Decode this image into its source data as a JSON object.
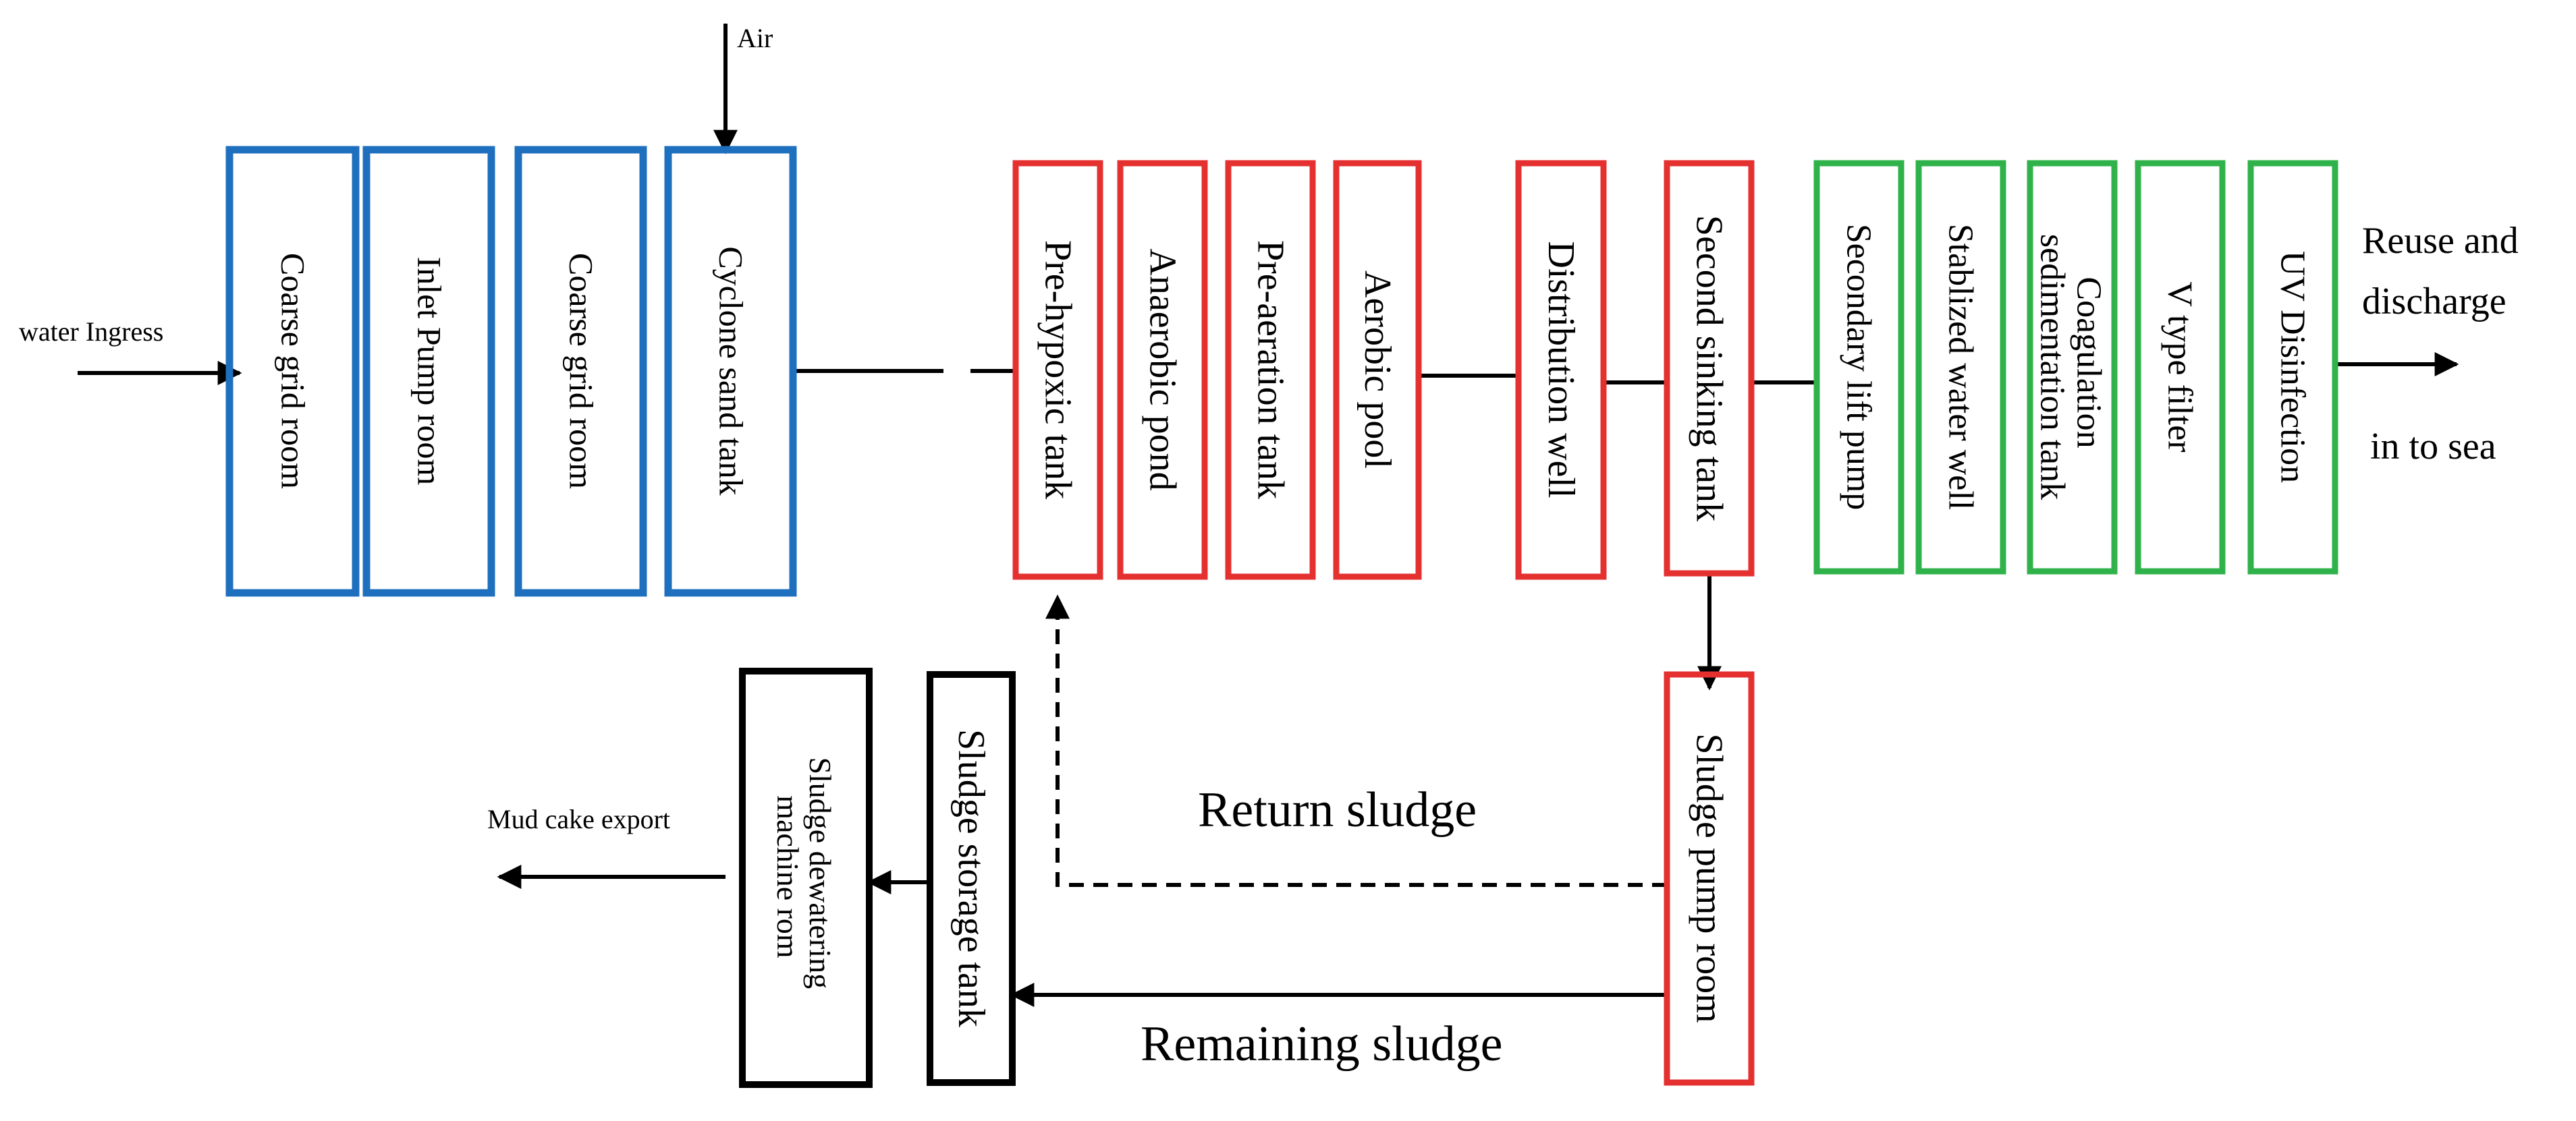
{
  "colors": {
    "pretreatment": "#1f6fbf",
    "biological": "#e53030",
    "advanced": "#2fb24a",
    "sludge": "#000000",
    "line": "#000000"
  },
  "inputs": {
    "water_ingress": "water Ingress",
    "air": "Air"
  },
  "outputs": {
    "reuse_line1": "Reuse and",
    "reuse_line2": "discharge",
    "into_sea": "in to sea",
    "mud_cake": "Mud cake export"
  },
  "units": {
    "coarse_grid_room_1": [
      "Coarse  grid  room"
    ],
    "inlet_pump_room": [
      "Inlet Pump room"
    ],
    "coarse_grid_room_2": [
      "Coarse  grid  room"
    ],
    "cyclone_sand_tank": [
      "Cyclone sand tank"
    ],
    "pre_hypoxic_tank": [
      "Pre-hypoxic tank"
    ],
    "anaerobic_pond": [
      "Anaerobic pond"
    ],
    "pre_aeration_tank": [
      "Pre-aeration tank"
    ],
    "aerobic_pool": [
      "Aerobic pool"
    ],
    "distribution_well": [
      "Distribution well"
    ],
    "second_sinking_tank": [
      "Second sinking tank"
    ],
    "secondary_lift_pump": [
      "Secondary lift pump"
    ],
    "stablized_water_well": [
      "Stablized water well"
    ],
    "coagulation_tank": [
      "Coagulation",
      "sedimentation  tank"
    ],
    "v_type_filter": [
      "V type filter"
    ],
    "uv_disinfection": [
      "UV Disinfection"
    ],
    "sludge_pump_room": [
      "Sludge pump room"
    ],
    "sludge_storage_tank": [
      "Sludge storage tank"
    ],
    "sludge_dewatering_room": [
      "Sludge dewatering",
      "machine rom"
    ]
  },
  "flows": {
    "return_sludge": "Return sludge",
    "remaining_sludge": "Remaining sludge"
  }
}
